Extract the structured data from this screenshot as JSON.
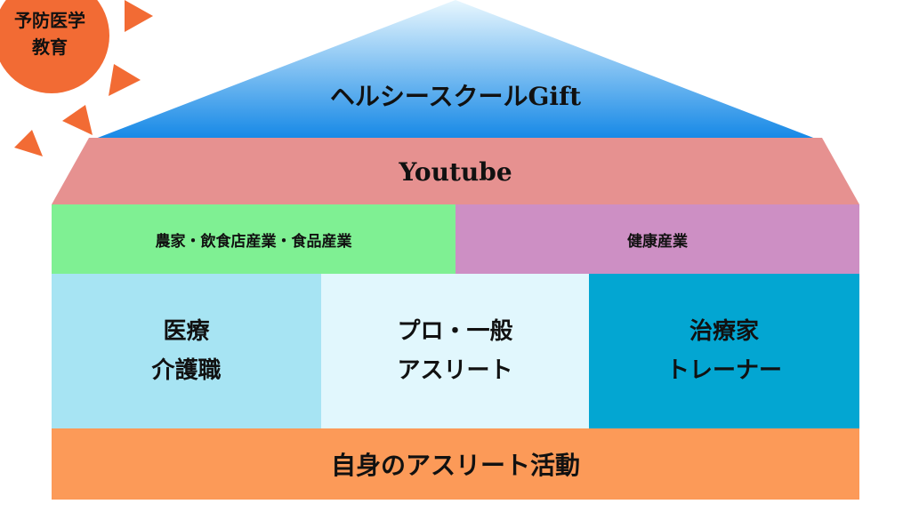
{
  "sun": {
    "label": "予防医学\n教育",
    "color": "#f26b34"
  },
  "roof": {
    "label": "ヘルシースクールGift",
    "gradient_top": "#e8f7fe",
    "gradient_bottom": "#1387e6"
  },
  "band2": {
    "label": "Youtube",
    "color": "#e69190"
  },
  "industries": {
    "left": "農家・飲食店産業・食品産業",
    "right": "健康産業"
  },
  "pillars": [
    {
      "label": "医療\n介護職"
    },
    {
      "label": "プロ・一般\nアスリート"
    },
    {
      "label": "治療家\nトレーナー"
    }
  ],
  "base": {
    "label": "自身のアスリート活動"
  }
}
